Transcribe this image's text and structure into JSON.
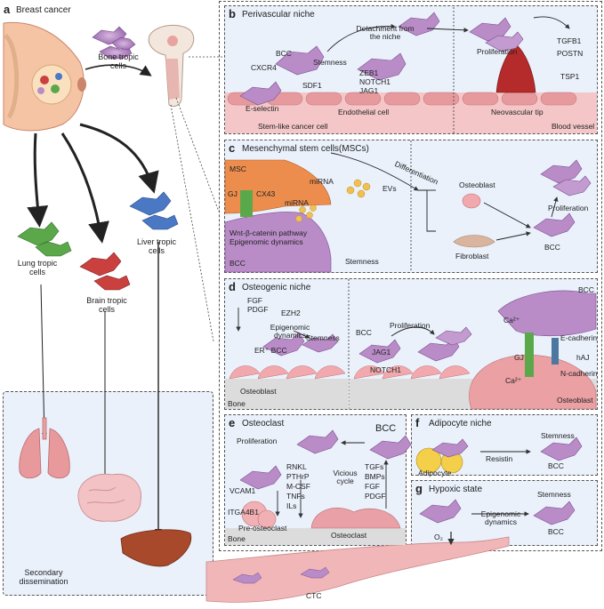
{
  "panels": {
    "a": {
      "label": "a",
      "title": "Breast cancer",
      "bone_tropic": "Bone tropic cells",
      "lung_tropic": "Lung tropic cells",
      "brain_tropic": "Brain tropic cells",
      "liver_tropic": "Liver tropic cells",
      "secondary": "Secondary dissemination",
      "ctc": "CTC"
    },
    "b": {
      "label": "b",
      "title": "Perivascular niche",
      "bcc": "BCC",
      "cxcr4": "CXCR4",
      "sdf1": "SDF1",
      "stemness": "Stemness",
      "detachment": "Detachment from the niche",
      "zeb1": "ZEB1",
      "notch1": "NOTCH1",
      "jag1": "JAG1",
      "eselectin": "E-selectin",
      "endothelial": "Endothelial cell",
      "stemlike": "Stem-like cancer cell",
      "proliferation": "Proliferation",
      "tgfb1": "TGFB1",
      "postn": "POSTN",
      "tsp1": "TSP1",
      "neovascular": "Neovascular tip",
      "blood_vessel": "Blood vessel"
    },
    "c": {
      "label": "c",
      "title": "Mesenchymal stem cells(MSCs)",
      "msc": "MSC",
      "mirna1": "miRNA",
      "gj": "GJ",
      "cx43": "CX43",
      "evs": "EVs",
      "mirna2": "miRNA",
      "wnt": "Wnt-β-catenin pathway",
      "epigenomic": "Epigenomic dynamics",
      "bcc": "BCC",
      "stemness": "Stemness",
      "differentiation": "Differentiation",
      "osteoblast": "Osteoblast",
      "fibroblast": "Fibroblast",
      "proliferation": "Proliferation",
      "bcc2": "BCC"
    },
    "d": {
      "label": "d",
      "title": "Osteogenic niche",
      "fgf": "FGF",
      "pdgf": "PDGF",
      "ezh2": "EZH2",
      "epigenomic": "Epigenomic dynamics",
      "stemness": "Stemness",
      "er_bcc": "ER⁺ BCC",
      "osteoblast": "Osteoblast",
      "bone": "Bone",
      "bcc": "BCC",
      "jag1": "JAG1",
      "notch1": "NOTCH1",
      "proliferation": "Proliferation",
      "ca": "Ca²⁺",
      "ca2": "Ca²⁺",
      "bcc2": "BCC",
      "ecadherin": "E-cadherin",
      "gj": "GJ",
      "haj": "hAJ",
      "ncadherin": "N-cadherin",
      "osteoblast2": "Osteoblast"
    },
    "e": {
      "label": "e",
      "title": "Osteoclast",
      "proliferation": "Proliferation",
      "bcc": "BCC",
      "factors_left": [
        "RNKL",
        "PTHrP",
        "M-CSF",
        "TNFs",
        "ILs"
      ],
      "vicious": "Vicious cycle",
      "factors_right": [
        "TGFs",
        "BMPs",
        "FGF",
        "PDGF"
      ],
      "vcam1": "VCAM1",
      "itga4b1": "ITGA4B1",
      "preosteoclast": "Pre-osteoclast",
      "bone": "Bone",
      "osteoclast": "Osteoclast"
    },
    "f": {
      "label": "f",
      "title": "Adipocyte niche",
      "resistin": "Resistin",
      "stemness": "Stemness",
      "adipocyte": "Adipocyte",
      "bcc": "BCC"
    },
    "g": {
      "label": "g",
      "title": "Hypoxic state",
      "stemness": "Stemness",
      "epigenomic": "Epigenomic dynamics",
      "o2": "O₂",
      "bcc": "BCC"
    }
  },
  "colors": {
    "panel_bg": "#eaf1fb",
    "cell_purple": "#b98cc8",
    "vessel_pink": "#e9a0a6",
    "bone_pink": "#f1b7b8",
    "lung_green": "#5aa84a",
    "brain_red": "#c9403e",
    "liver_blue": "#4a78c4",
    "msc_orange": "#ec8d4d",
    "adipocyte_yellow": "#f3cf4a"
  }
}
